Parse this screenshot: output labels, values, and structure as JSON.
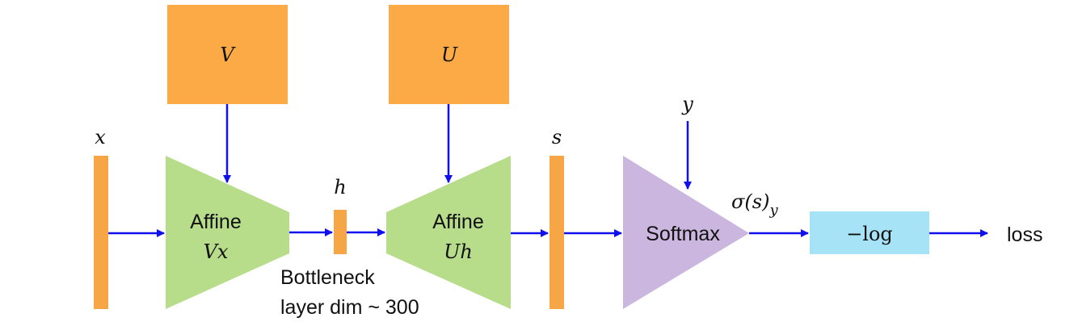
{
  "colors": {
    "weight": "#FCAA46",
    "vector": "#F7A645",
    "affine": "#B7DD8B",
    "softmax": "#CBB6DF",
    "neglog": "#A6E3F7",
    "arrow": "#1010EE"
  },
  "weights": {
    "v": "V",
    "u": "U"
  },
  "vectors": {
    "x": "x",
    "h": "h",
    "s": "s",
    "y": "y"
  },
  "blocks": {
    "affine1": {
      "title": "Affine",
      "expr": "Vx"
    },
    "affine2": {
      "title": "Affine",
      "expr": "Uh"
    },
    "softmax": "Softmax",
    "neglog": "−log",
    "sigma_base": "σ(s)",
    "sigma_sub": "y",
    "loss": "loss"
  },
  "bottleneck": {
    "line1": "Bottleneck",
    "line2": "layer dim ~ 300"
  }
}
